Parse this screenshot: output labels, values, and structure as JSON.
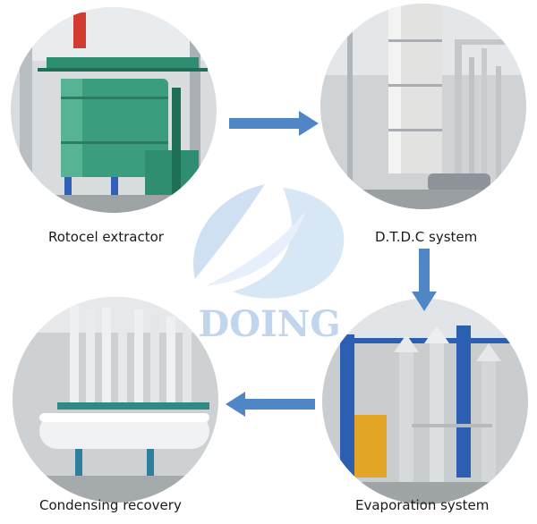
{
  "steps": [
    {
      "label": "Rotocel extractor"
    },
    {
      "label": "D.T.D.C system"
    },
    {
      "label": "Evaporation system"
    },
    {
      "label": "Condensing recovery"
    }
  ],
  "watermark": {
    "text": "DOING"
  },
  "colors": {
    "arrow": "#4f86c6",
    "watermark": "#8fb3df",
    "extractor_green": "#3a9e7e",
    "steel": "#c9ccd0"
  }
}
